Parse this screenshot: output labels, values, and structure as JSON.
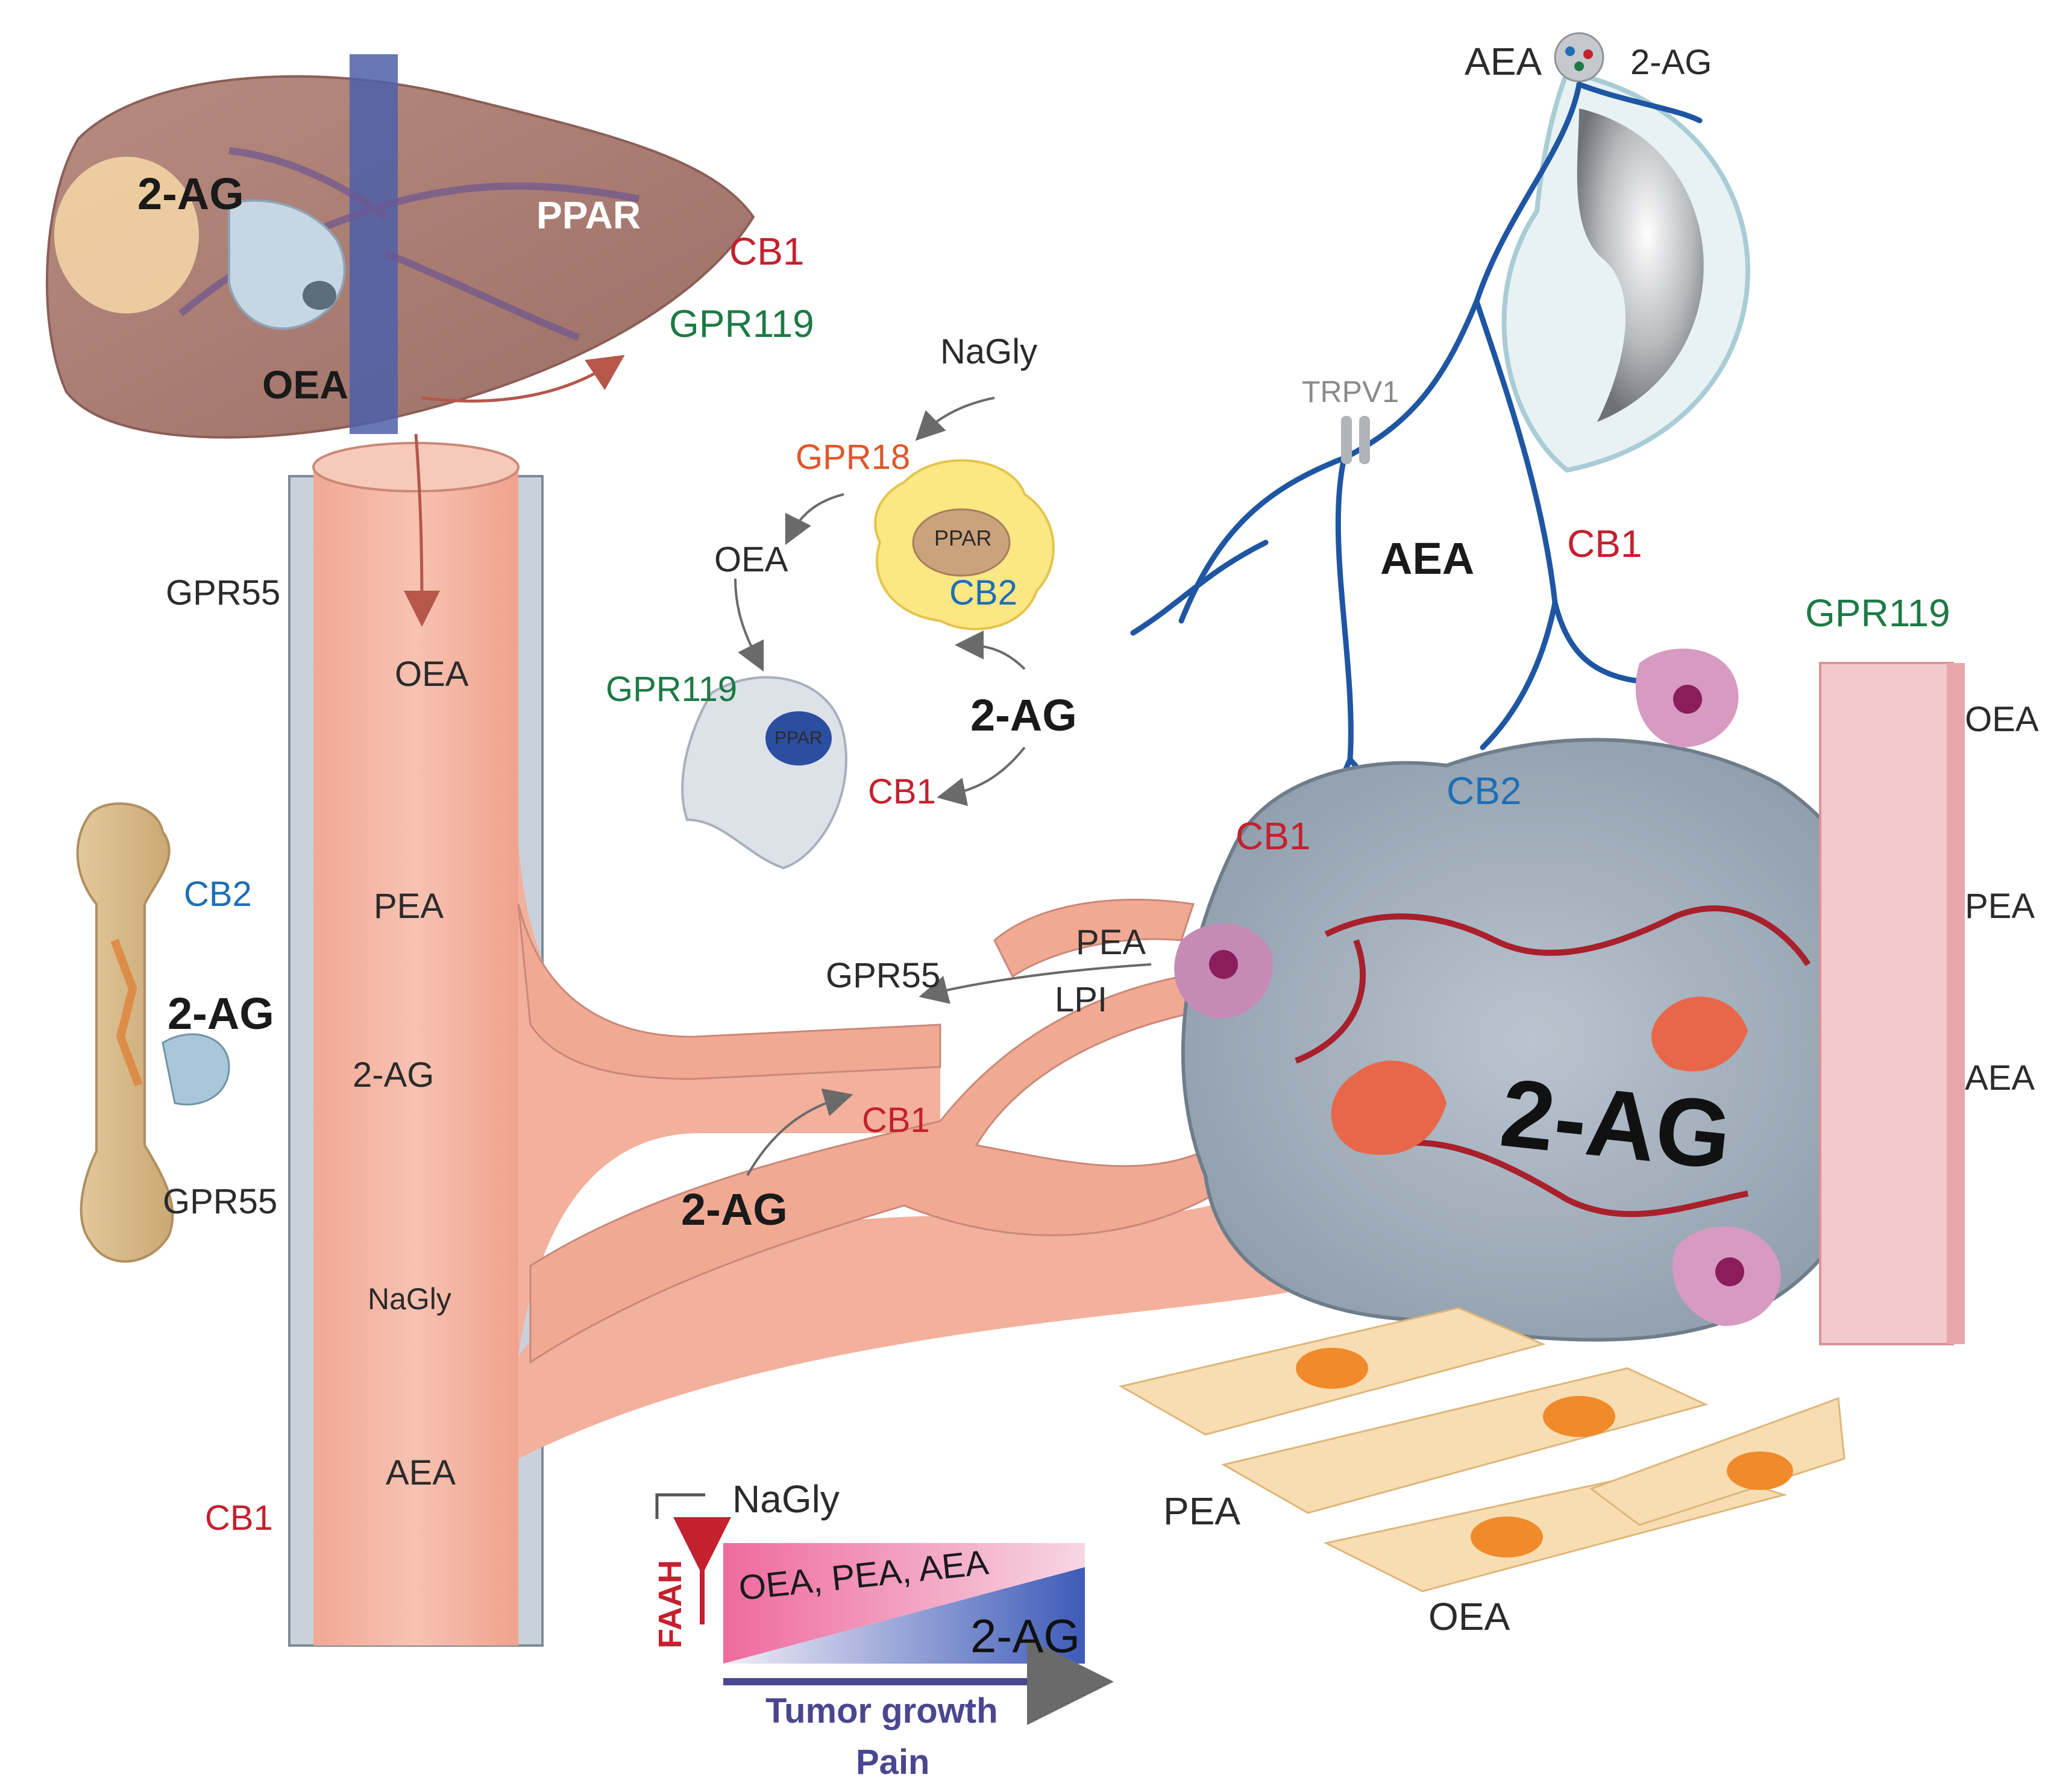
{
  "colors": {
    "cb1": "#c4202e",
    "cb2": "#1e6fb5",
    "gpr119": "#1e7a45",
    "gpr18": "#e0572a",
    "neutral": "#2b2b2b",
    "faah": "#c4202e",
    "growth": "#4a4690"
  },
  "liver": {
    "two_ag": "2-AG",
    "ppar": "PPAR",
    "cb1": "CB1",
    "gpr119": "GPR119",
    "oea": "OEA"
  },
  "top_right": {
    "aea": "AEA",
    "two_ag": "2-AG",
    "trpv1": "TRPV1",
    "aea_big": "AEA",
    "cb1": "CB1"
  },
  "immune": {
    "naglý": "NaGly",
    "gpr18": "GPR18",
    "oea": "OEA",
    "ppar_yellow": "PPAR",
    "cb2": "CB2",
    "gpr119": "GPR119",
    "ppar_grey": "PPAR",
    "two_ag": "2-AG",
    "cb1": "CB1"
  },
  "vessel": {
    "gpr55_top": "GPR55",
    "oea": "OEA",
    "pea": "PEA",
    "two_ag": "2-AG",
    "nagly": "NaGly",
    "aea": "AEA",
    "cb1": "CB1"
  },
  "bone": {
    "cb2": "CB2",
    "two_ag": "2-AG",
    "gpr55": "GPR55"
  },
  "branch": {
    "gpr55": "GPR55",
    "pea": "PEA",
    "lpi": "LPI",
    "cb1": "CB1",
    "two_ag": "2-AG"
  },
  "tumor": {
    "cb1": "CB1",
    "cb2": "CB2",
    "two_ag": "2-AG",
    "gpr119": "GPR119",
    "oea": "OEA",
    "pea": "PEA",
    "aea": "AEA"
  },
  "fibroblasts": {
    "pea": "PEA",
    "oea": "OEA"
  },
  "legend": {
    "nagly": "NaGly",
    "faah": "FAAH",
    "upper": "OEA, PEA, AEA",
    "lower": "2-AG",
    "growth": "Tumor growth",
    "pain": "Pain"
  }
}
